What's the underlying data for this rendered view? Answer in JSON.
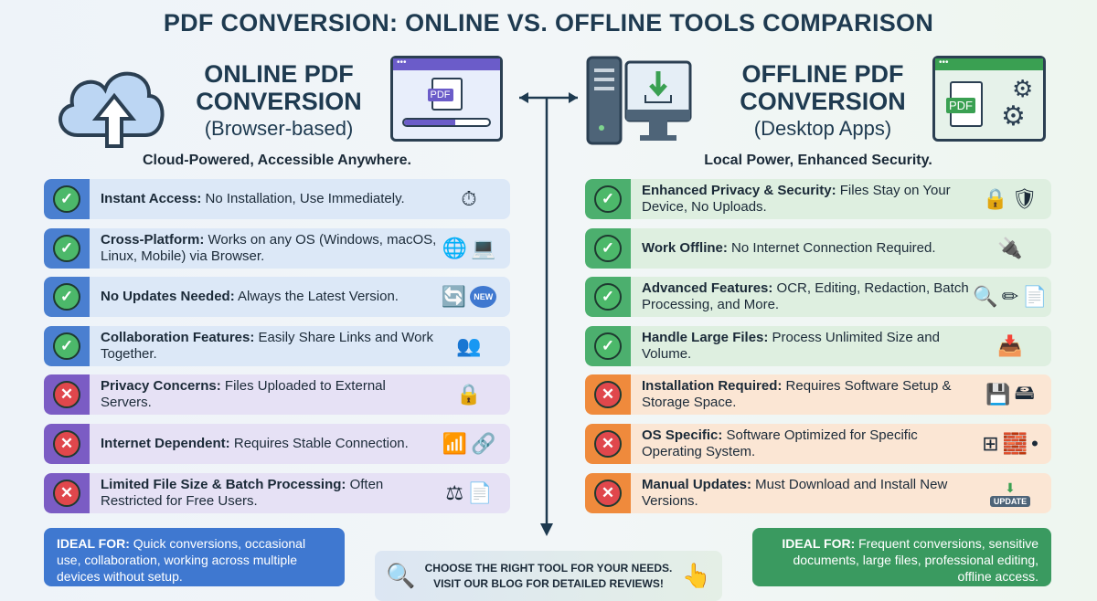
{
  "title": "PDF CONVERSION: ONLINE VS. OFFLINE TOOLS COMPARISON",
  "online": {
    "heading_line1": "ONLINE PDF",
    "heading_line2": "CONVERSION",
    "subheading": "(Browser-based)",
    "tagline": "Cloud-Powered, Accessible Anywhere.",
    "window_badge": "PDF",
    "progress": 0.6,
    "items": [
      {
        "type": "pro",
        "bold": "Instant Access:",
        "text": " No Installation, Use Immediately.",
        "icons": [
          "stopwatch-icon"
        ]
      },
      {
        "type": "pro",
        "bold": "Cross-Platform:",
        "text": " Works on any OS (Windows, macOS, Linux, Mobile) via Browser.",
        "icons": [
          "globe-icon",
          "devices-icon"
        ]
      },
      {
        "type": "pro",
        "bold": "No Updates Needed:",
        "text": " Always the Latest Version.",
        "icons": [
          "refresh-icon",
          "new-badge-icon"
        ],
        "badge": "NEW"
      },
      {
        "type": "pro",
        "bold": "Collaboration Features:",
        "text": " Easily Share Links and Work Together.",
        "icons": [
          "users-share-icon"
        ]
      },
      {
        "type": "con",
        "bold": "Privacy Concerns:",
        "text": " Files Uploaded to External Servers.",
        "icons": [
          "lock-cloud-icon"
        ]
      },
      {
        "type": "con",
        "bold": "Internet Dependent:",
        "text": " Requires Stable Connection.",
        "icons": [
          "wifi-icon",
          "link-icon"
        ]
      },
      {
        "type": "con",
        "bold": "Limited File Size & Batch Processing:",
        "text": " Often Restricted for Free Users.",
        "icons": [
          "scale-icon",
          "locked-file-icon"
        ]
      }
    ],
    "ideal_label": "IDEAL FOR:",
    "ideal_text": " Quick conversions, occasional use, collaboration, working across multiple devices without setup."
  },
  "offline": {
    "heading_line1": "OFFLINE PDF",
    "heading_line2": "CONVERSION",
    "subheading": "(Desktop Apps)",
    "tagline": "Local Power, Enhanced Security.",
    "window_badge": "PDF",
    "items": [
      {
        "type": "pro",
        "bold": "Enhanced Privacy & Security:",
        "text": " Files Stay on Your Device, No Uploads.",
        "icons": [
          "padlock-icon",
          "shield-icon"
        ]
      },
      {
        "type": "pro",
        "bold": "Work Offline:",
        "text": " No Internet Connection Required.",
        "icons": [
          "monitor-plug-icon"
        ]
      },
      {
        "type": "pro",
        "bold": "Advanced Features:",
        "text": " OCR, Editing, Redaction, Batch Processing, and More.",
        "icons": [
          "magnifier-icon",
          "pencil-icon",
          "document-icon"
        ]
      },
      {
        "type": "pro",
        "bold": "Handle Large Files:",
        "text": " Process Unlimited Size and Volume.",
        "icons": [
          "upload-tray-icon"
        ]
      },
      {
        "type": "con",
        "bold": "Installation Required:",
        "text": " Requires Software Setup & Storage Space.",
        "icons": [
          "installer-icon",
          "hard-drive-icon"
        ]
      },
      {
        "type": "con",
        "bold": "OS Specific:",
        "text": " Software Optimized for Specific Operating System.",
        "icons": [
          "windows-icon",
          "brick-icon",
          "apple-icon"
        ]
      },
      {
        "type": "con",
        "bold": "Manual Updates:",
        "text": " Must Download and Install New Versions.",
        "icons": [
          "update-icon"
        ],
        "badge": "UPDATE"
      }
    ],
    "ideal_label": "IDEAL FOR:",
    "ideal_text": " Frequent conversions, sensitive documents, large files, professional editing, offline access."
  },
  "cta": {
    "line1": "CHOOSE THE RIGHT TOOL FOR YOUR NEEDS.",
    "line2": "VISIT OUR BLOG FOR DETAILED REVIEWS!"
  },
  "colors": {
    "navy": "#1e3a50",
    "online_accent": "#4a7fd0",
    "online_con": "#7b5cc4",
    "offline_accent": "#4caf6e",
    "offline_con": "#ef8a3c",
    "check": "#4cb86a",
    "cross": "#e0474c"
  }
}
